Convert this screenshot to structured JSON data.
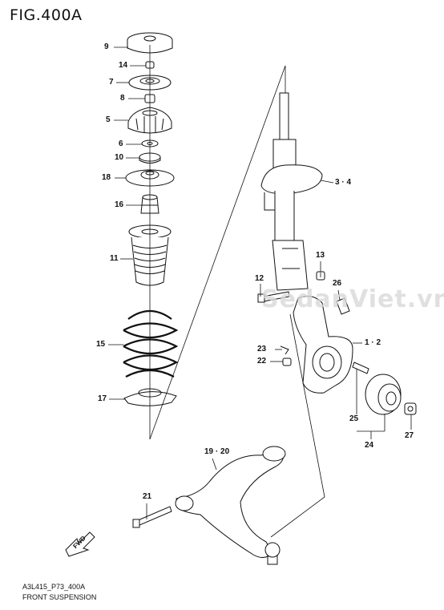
{
  "figure": {
    "title": "FIG.400A",
    "code": "A3L415_P73_400A",
    "caption": "FRONT SUSPENSION",
    "watermark": "SedanViet.vn",
    "fwd_label": "FWD"
  },
  "parts": [
    {
      "id": "p9",
      "label": "9"
    },
    {
      "id": "p14",
      "label": "14"
    },
    {
      "id": "p7",
      "label": "7"
    },
    {
      "id": "p8",
      "label": "8"
    },
    {
      "id": "p5",
      "label": "5"
    },
    {
      "id": "p6",
      "label": "6"
    },
    {
      "id": "p10",
      "label": "10"
    },
    {
      "id": "p18",
      "label": "18"
    },
    {
      "id": "p16",
      "label": "16"
    },
    {
      "id": "p11",
      "label": "11"
    },
    {
      "id": "p15",
      "label": "15"
    },
    {
      "id": "p17",
      "label": "17"
    },
    {
      "id": "p34",
      "label": "3 · 4"
    },
    {
      "id": "p13",
      "label": "13"
    },
    {
      "id": "p12",
      "label": "12"
    },
    {
      "id": "p26",
      "label": "26"
    },
    {
      "id": "p12b",
      "label": "1 · 2"
    },
    {
      "id": "p23",
      "label": "23"
    },
    {
      "id": "p22",
      "label": "22"
    },
    {
      "id": "p25",
      "label": "25"
    },
    {
      "id": "p24",
      "label": "24"
    },
    {
      "id": "p27",
      "label": "27"
    },
    {
      "id": "p1920",
      "label": "19 · 20"
    },
    {
      "id": "p21",
      "label": "21"
    }
  ]
}
